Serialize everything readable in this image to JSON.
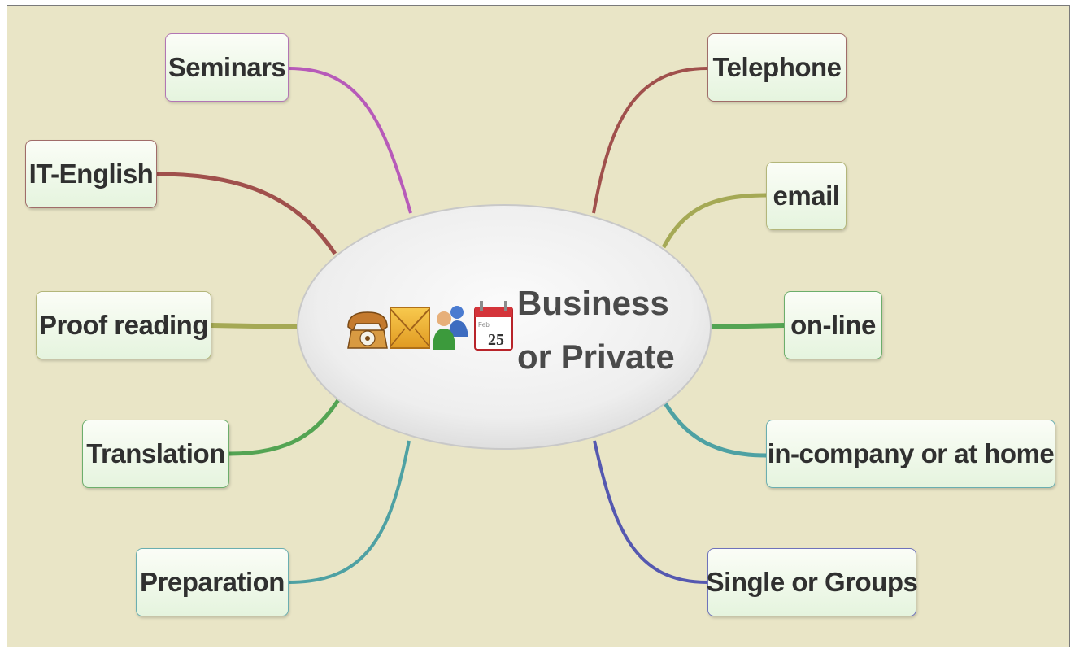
{
  "central_topic": {
    "line1": "Business",
    "line2": "or Private"
  },
  "central_icons": {
    "icons": [
      "telephone-icon",
      "envelope-icon",
      "users-icon",
      "calendar-icon"
    ],
    "calendar_day": "25",
    "calendar_month": "Feb"
  },
  "left_branches": [
    {
      "label": "Seminars",
      "color": "#b75ab9"
    },
    {
      "label": "IT-English",
      "color": "#a0504c"
    },
    {
      "label": "Proof reading",
      "color": "#a5a955"
    },
    {
      "label": "Translation",
      "color": "#54a453"
    },
    {
      "label": "Preparation",
      "color": "#4ea1a3"
    }
  ],
  "right_branches": [
    {
      "label": "Telephone",
      "color": "#a0504c"
    },
    {
      "label": "email",
      "color": "#a5a955"
    },
    {
      "label": "on-line",
      "color": "#54a453"
    },
    {
      "label": "in-company or at home",
      "color": "#4ea1a3"
    },
    {
      "label": "Single or Groups",
      "color": "#5558b0"
    }
  ],
  "colors": {
    "background": "#e9e5c6",
    "node_fill": "#e5f4de",
    "central_fill": "#f2f2f2"
  }
}
